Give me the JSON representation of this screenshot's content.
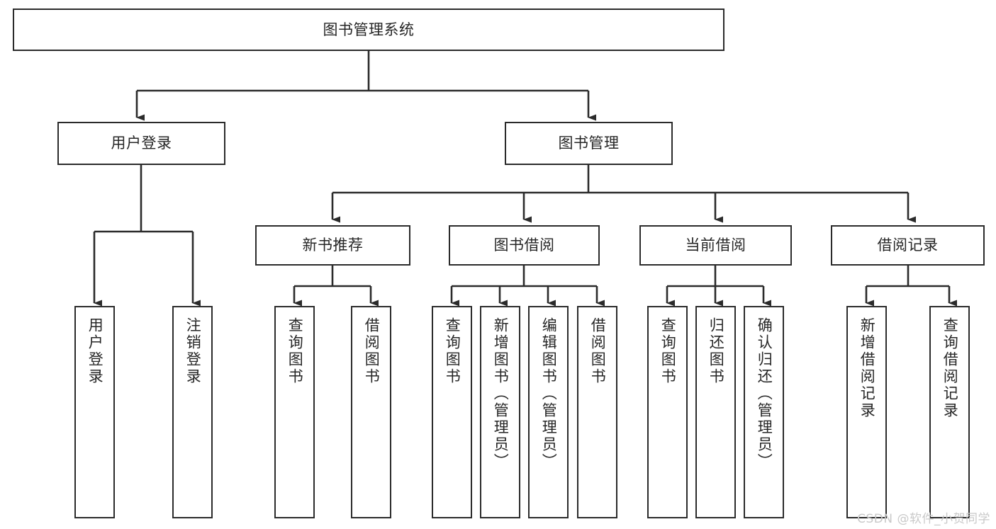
{
  "diagram": {
    "title": "图书管理系统",
    "type": "functional-structure-tree",
    "background_color": "#ffffff",
    "line_color": "#2b2b2b",
    "text_color": "#262626",
    "watermark": "CSDN @软件_小贺同学",
    "nodes": {
      "root": {
        "label": "图书管理系统",
        "level": 0
      },
      "user_login": {
        "label": "用户登录",
        "level": 1
      },
      "book_manage": {
        "label": "图书管理",
        "level": 1
      },
      "new_book_rec": {
        "label": "新书推荐",
        "level": 2
      },
      "book_borrow": {
        "label": "图书借阅",
        "level": 2
      },
      "current_borrow": {
        "label": "当前借阅",
        "level": 2
      },
      "borrow_record": {
        "label": "借阅记录",
        "level": 2
      },
      "leaf_user_login": {
        "label": "用户登录",
        "level": 2
      },
      "leaf_logout": {
        "label": "注销登录",
        "level": 2
      },
      "leaf_query_book_1": {
        "label": "查询图书",
        "level": 3
      },
      "leaf_borrow_book_1": {
        "label": "借阅图书",
        "level": 3
      },
      "leaf_query_book_2": {
        "label": "查询图书",
        "level": 3
      },
      "leaf_add_book": {
        "label": "新增图书（管理员）",
        "level": 3
      },
      "leaf_edit_book": {
        "label": "编辑图书（管理员）",
        "level": 3
      },
      "leaf_borrow_book_2": {
        "label": "借阅图书",
        "level": 3
      },
      "leaf_query_book_3": {
        "label": "查询图书",
        "level": 3
      },
      "leaf_return_book": {
        "label": "归还图书",
        "level": 3
      },
      "leaf_confirm_return": {
        "label": "确认归还（管理员）",
        "level": 3
      },
      "leaf_add_record": {
        "label": "新增借阅记录",
        "level": 3
      },
      "leaf_query_record": {
        "label": "查询借阅记录",
        "level": 3
      }
    },
    "edges": [
      {
        "from": "root",
        "to": "user_login"
      },
      {
        "from": "root",
        "to": "book_manage"
      },
      {
        "from": "user_login",
        "to": "leaf_user_login"
      },
      {
        "from": "user_login",
        "to": "leaf_logout"
      },
      {
        "from": "book_manage",
        "to": "new_book_rec"
      },
      {
        "from": "book_manage",
        "to": "book_borrow"
      },
      {
        "from": "book_manage",
        "to": "current_borrow"
      },
      {
        "from": "book_manage",
        "to": "borrow_record"
      },
      {
        "from": "new_book_rec",
        "to": "leaf_query_book_1"
      },
      {
        "from": "new_book_rec",
        "to": "leaf_borrow_book_1"
      },
      {
        "from": "book_borrow",
        "to": "leaf_query_book_2"
      },
      {
        "from": "book_borrow",
        "to": "leaf_add_book"
      },
      {
        "from": "book_borrow",
        "to": "leaf_edit_book"
      },
      {
        "from": "book_borrow",
        "to": "leaf_borrow_book_2"
      },
      {
        "from": "current_borrow",
        "to": "leaf_query_book_3"
      },
      {
        "from": "current_borrow",
        "to": "leaf_return_book"
      },
      {
        "from": "current_borrow",
        "to": "leaf_confirm_return"
      },
      {
        "from": "borrow_record",
        "to": "leaf_add_record"
      },
      {
        "from": "borrow_record",
        "to": "leaf_query_record"
      }
    ]
  }
}
